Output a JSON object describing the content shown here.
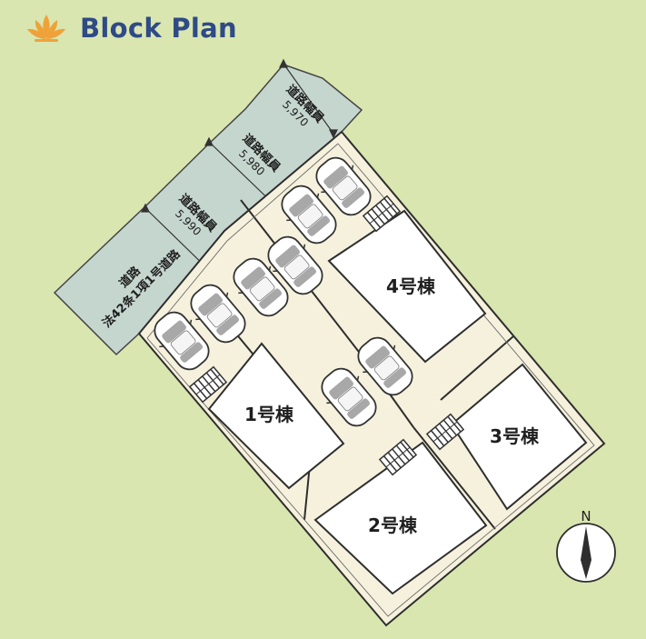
{
  "header": {
    "title": "Block Plan",
    "icon": "lotus-icon",
    "icon_color": "#f0a23a",
    "title_color": "#2f4a86"
  },
  "colors": {
    "background": "#d9e6b0",
    "road": "#c5d6cf",
    "lot": "#f6f1dd",
    "building": "#ffffff",
    "outline": "#2e2e2e"
  },
  "roads": {
    "main_line1": "道路",
    "main_line2": "法42条1項1号道路",
    "width1_label": "道路幅員",
    "width1_value": "5,990",
    "width2_label": "道路幅員",
    "width2_value": "5,980",
    "width3_label": "道路幅員",
    "width3_value": "5,970"
  },
  "buildings": {
    "b1": "1号棟",
    "b2": "2号棟",
    "b3": "3号棟",
    "b4": "4号棟"
  },
  "compass": {
    "north": "N"
  }
}
